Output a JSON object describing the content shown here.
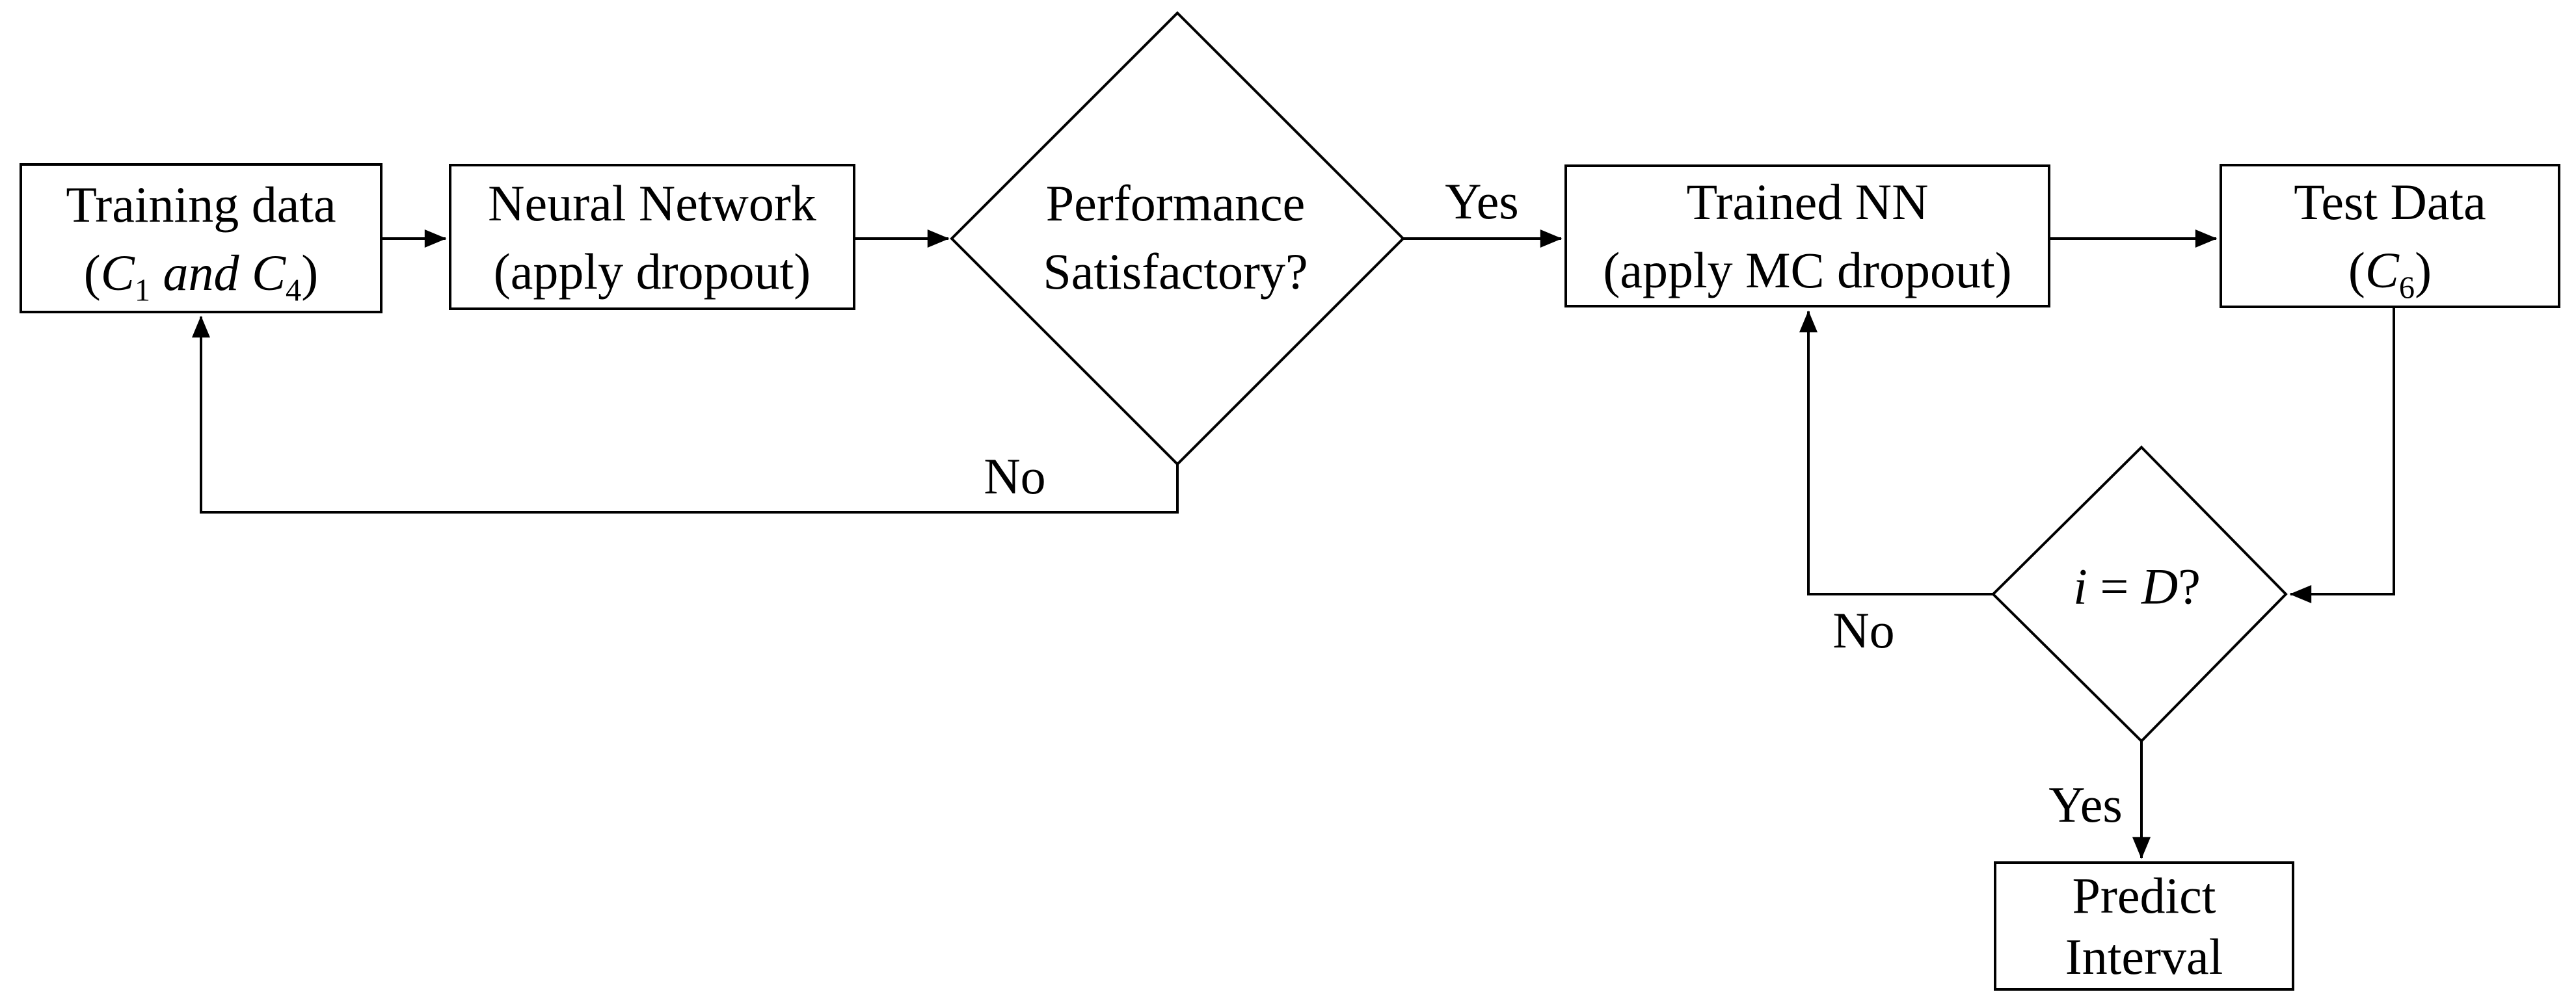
{
  "canvas": {
    "background": "#ffffff",
    "ink": "#000000"
  },
  "nodes": {
    "training": {
      "line1": "Training data",
      "open": "(",
      "var1": "C",
      "sub1": "1",
      "conj": " and ",
      "var2": "C",
      "sub2": "4",
      "close": ")"
    },
    "neural_network": {
      "line1": "Neural Network",
      "line2": "(apply dropout)"
    },
    "performance": {
      "line1": "Performance",
      "line2": "Satisfactory?"
    },
    "trained_nn": {
      "line1": "Trained NN",
      "line2": "(apply MC dropout)"
    },
    "test_data": {
      "line1": "Test Data",
      "open": "(",
      "var": "C",
      "sub": "6",
      "close": ")"
    },
    "iteration": {
      "lhs": "i",
      "eq": " = ",
      "rhs": "D",
      "question": "?"
    },
    "predict": {
      "line1": "Predict",
      "line2": "Interval"
    }
  },
  "labels": {
    "performance_yes": "Yes",
    "performance_no": "No",
    "iteration_no": "No",
    "iteration_yes": "Yes"
  }
}
